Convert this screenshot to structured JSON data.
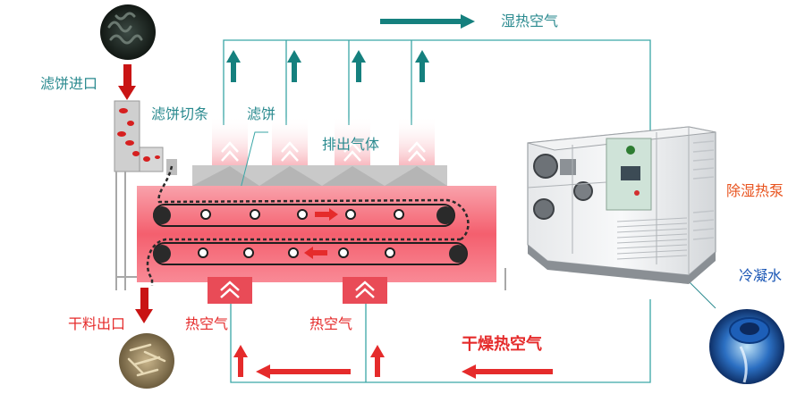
{
  "labels": {
    "filter_cake_inlet": "滤饼进口",
    "cake_cutting": "滤饼切条",
    "filter_cake": "滤饼",
    "exhaust_gas": "排出气体",
    "humid_hot_air": "湿热空气",
    "dehumidifying_heat_pump": "除湿热泵",
    "condensate_water": "冷凝水",
    "dry_material_outlet": "干料出口",
    "hot_air_left": "热空气",
    "hot_air_right": "热空气",
    "dry_hot_air": "干燥热空气"
  },
  "colors": {
    "duct": "#3aa6a6",
    "arrow_teal": "#15807e",
    "arrow_red": "#e52b2b",
    "chamber": "#f45f6e",
    "pump_label": "#e8531e"
  }
}
